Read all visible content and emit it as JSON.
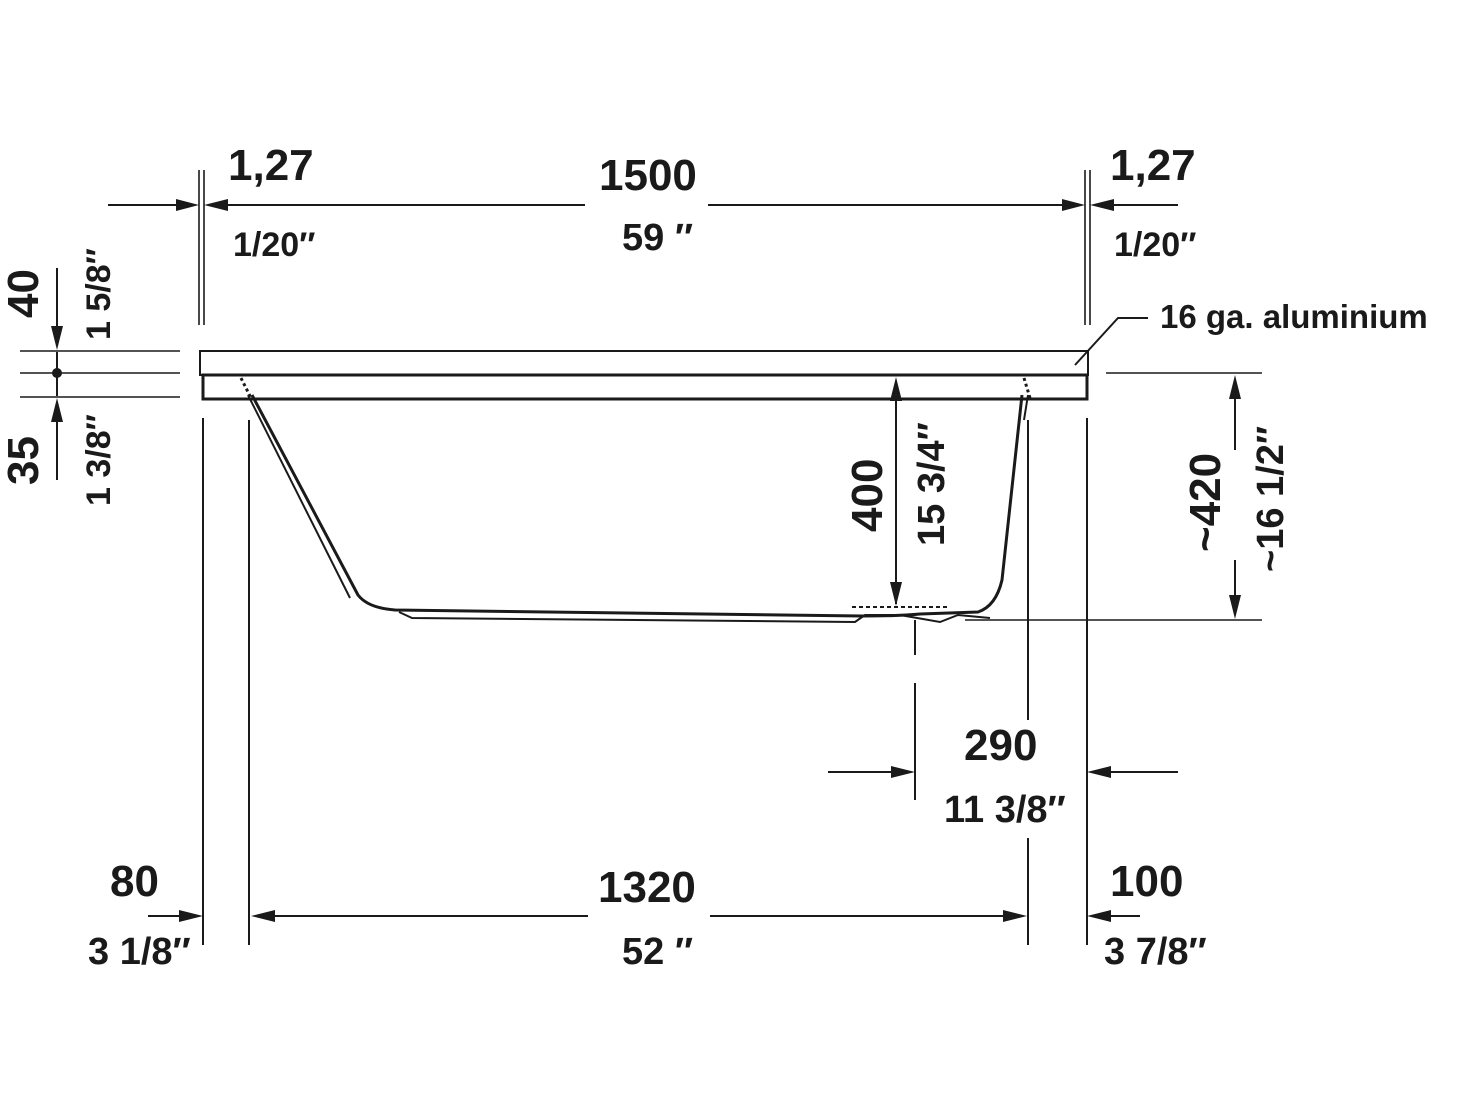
{
  "dimensions": {
    "left_flange_mm": "1,27",
    "left_flange_in": "1/20″",
    "overall_length_mm": "1500",
    "overall_length_in": "59 ″",
    "right_flange_mm": "1,27",
    "right_flange_in": "1/20″",
    "rim_upper_mm": "40",
    "rim_upper_in": "1 5/8″",
    "rim_lower_mm": "35",
    "rim_lower_in": "1 3/8″",
    "depth_mm": "400",
    "depth_in": "15 3/4″",
    "height_mm": "~420",
    "height_in": "~16 1/2″",
    "drain_offset_mm": "290",
    "drain_offset_in": "11 3/8″",
    "left_base_offset_mm": "80",
    "left_base_offset_in": "3 1/8″",
    "base_length_mm": "1320",
    "base_length_in": "52 ″",
    "right_base_offset_mm": "100",
    "right_base_offset_in": "3 7/8″"
  },
  "labels": {
    "material": "16 ga. aluminium"
  }
}
